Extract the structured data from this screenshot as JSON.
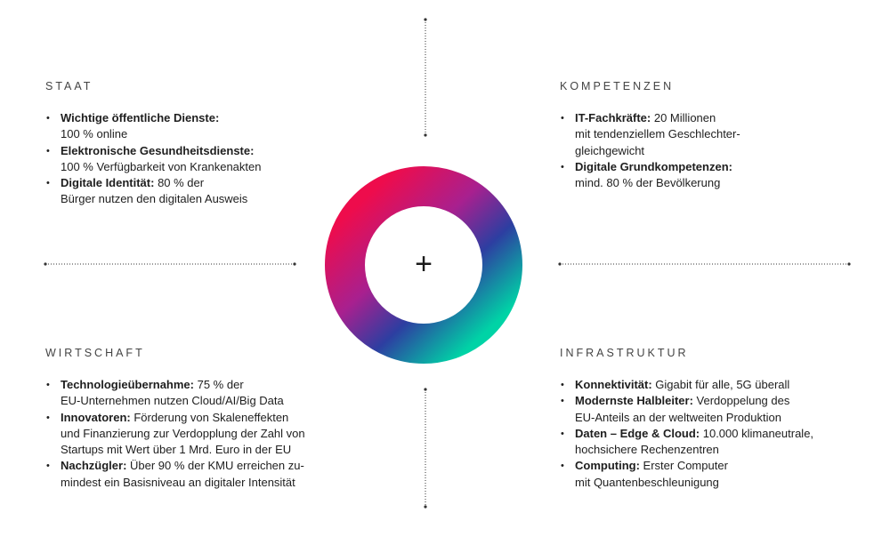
{
  "quadrants": {
    "staat": {
      "title": "STAAT",
      "items": [
        {
          "label": "Wichtige öffentliche Dienste:",
          "lines": [
            "",
            "100 % online"
          ]
        },
        {
          "label": "Elektronische Gesundheitsdienste:",
          "lines": [
            "",
            "100 % Verfügbarkeit von Krankenakten"
          ]
        },
        {
          "label": "Digitale Identität:",
          "lines": [
            " 80 % der",
            "Bürger nutzen den digitalen Ausweis"
          ]
        }
      ]
    },
    "kompetenzen": {
      "title": "KOMPETENZEN",
      "items": [
        {
          "label": "IT-Fachkräfte:",
          "lines": [
            " 20 Millionen",
            "mit tendenziellem Geschlechter-",
            "gleichgewicht"
          ]
        },
        {
          "label": "Digitale Grundkompetenzen:",
          "lines": [
            "",
            "mind. 80 % der Bevölkerung"
          ]
        }
      ]
    },
    "wirtschaft": {
      "title": "WIRTSCHAFT",
      "items": [
        {
          "label": "Technologieübernahme:",
          "lines": [
            " 75 % der",
            "EU-Unternehmen nutzen Cloud/AI/Big Data"
          ]
        },
        {
          "label": "Innovatoren:",
          "lines": [
            " Förderung von Skaleneffekten",
            "und Finanzierung zur Verdopplung der Zahl von",
            "Startups mit Wert über 1 Mrd. Euro in der EU"
          ]
        },
        {
          "label": "Nachzügler:",
          "lines": [
            " Über 90 % der KMU erreichen zu-",
            "mindest ein Basisniveau an digitaler Intensität"
          ]
        }
      ]
    },
    "infrastruktur": {
      "title": "INFRASTRUKTUR",
      "items": [
        {
          "label": "Konnektivität:",
          "lines": [
            " Gigabit für alle, 5G überall"
          ]
        },
        {
          "label": "Modernste Halbleiter:",
          "lines": [
            " Verdoppelung des",
            "EU-Anteils an der weltweiten Produktion"
          ]
        },
        {
          "label": "Daten – Edge & Cloud:",
          "lines": [
            " 10.000 klimaneutrale,",
            "hochsichere Rechenzentren"
          ]
        },
        {
          "label": "Computing:",
          "lines": [
            " Erster Computer",
            "mit Quantenbeschleunigung"
          ]
        }
      ]
    }
  },
  "center": {
    "symbol": "+",
    "colors": {
      "red": "#ee0c4c",
      "magenta": "#a8208f",
      "blue": "#2d3ea1",
      "teal": "#00d3a6"
    }
  }
}
